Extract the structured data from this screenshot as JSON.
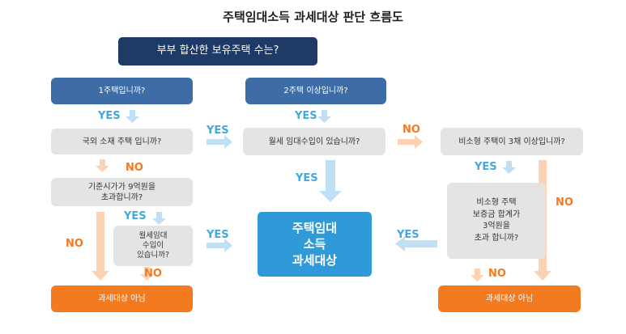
{
  "title": "주택임대소득 과세대상 판단 흐름도",
  "nodes": {
    "start": "부부 합산한 보유주택 수는?",
    "one_house": "1주택입니까?",
    "two_plus": "2주택 이상입니까?",
    "overseas": "국외 소재 주택 입니까?",
    "monthly_rent_2": "월세 임대수입이 있습니까?",
    "small_house": "비소형 주택이 3채 이상입니까?",
    "price_9": "기준시가가 9억원을\n초과합니까?",
    "monthly_rent_1": "월세임대\n수입이\n있습니까?",
    "deposit_3": "비소형 주택\n보증금 합계가\n3억원을\n초과 합니까?",
    "taxable": "주택임대\n소득\n과세대상",
    "not_taxable_left": "과세대상 아님",
    "not_taxable_right": "과세대상 아님"
  },
  "labels": {
    "yes": "YES",
    "no": "NO"
  },
  "colors": {
    "yes_arrow": "#bfe0f4",
    "no_arrow": "#fbd2b4"
  }
}
